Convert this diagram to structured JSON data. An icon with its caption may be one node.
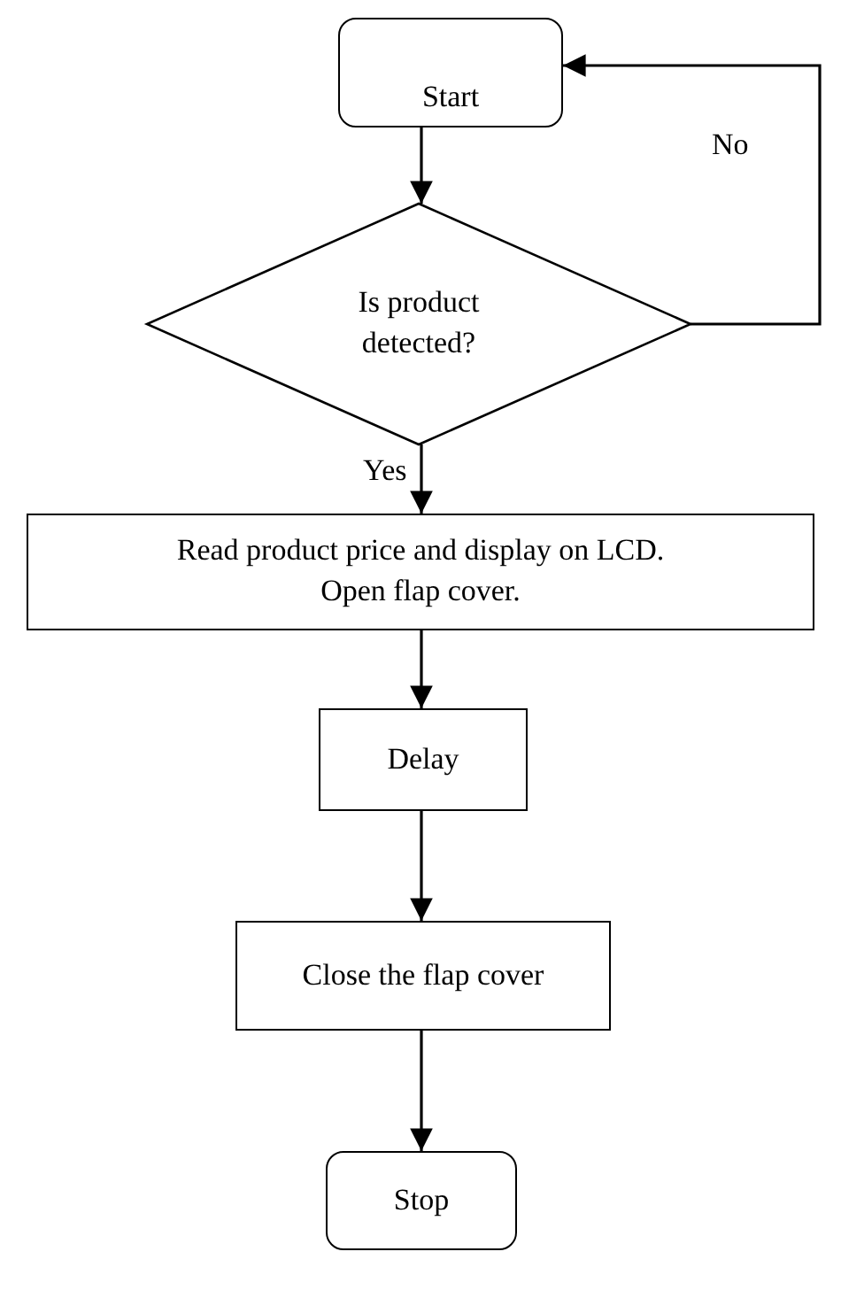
{
  "diagram": {
    "nodes": [
      {
        "text": [
          "Start"
        ]
      },
      {
        "text": [
          "Is product detected?"
        ]
      },
      {
        "text": [
          "Read product price and display on LCD. Open flap cover."
        ]
      },
      {
        "text": [
          "Delay"
        ]
      },
      {
        "text": [
          "Close the flap cover"
        ]
      },
      {
        "text": [
          "Stop"
        ]
      }
    ],
    "edges": [
      {
        "from": 0,
        "to": 1,
        "arrow": "to"
      },
      {
        "from": 1,
        "to": 0,
        "arrow": "to",
        "label": "No"
      },
      {
        "from": 1,
        "to": 2,
        "arrow": "to",
        "label": "Yes"
      },
      {
        "from": 2,
        "to": 3,
        "arrow": "to"
      },
      {
        "from": 3,
        "to": 4,
        "arrow": "to"
      },
      {
        "from": 4,
        "to": 5,
        "arrow": "to"
      }
    ]
  }
}
